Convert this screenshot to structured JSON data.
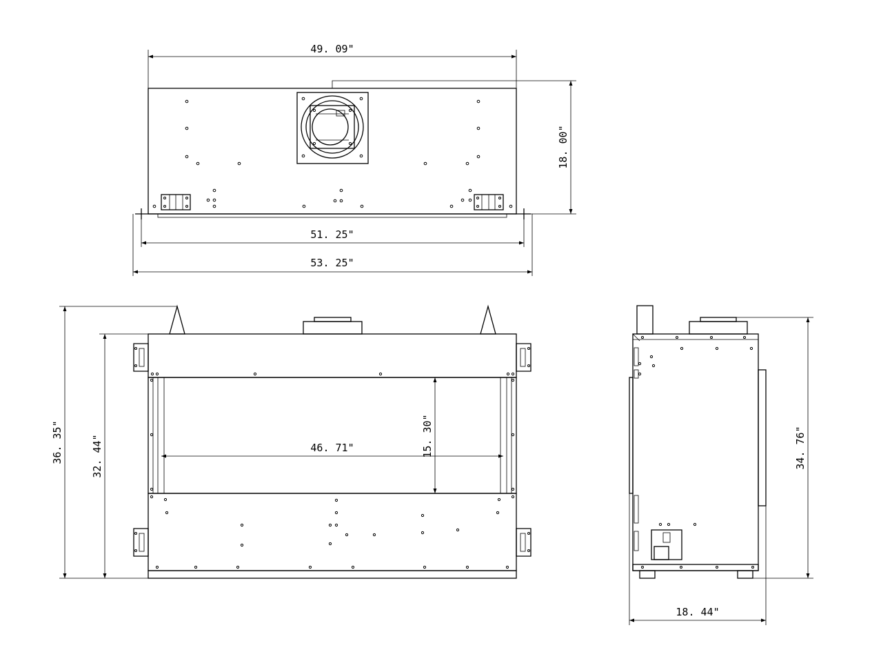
{
  "top_view": {
    "width_top": "49. 09\"",
    "width_middle": "51. 25\"",
    "width_bottom": "53. 25\"",
    "height": "18. 00\""
  },
  "front_view": {
    "overall_height": "36. 35\"",
    "body_height": "32. 44\"",
    "opening_width": "46. 71\"",
    "opening_height": "15. 30\""
  },
  "side_view": {
    "height": "34. 76\"",
    "depth": "18. 44\""
  }
}
